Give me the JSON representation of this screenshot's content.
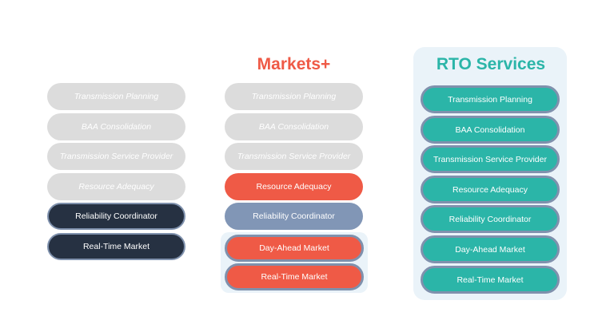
{
  "left_column": {
    "items": [
      "Transmission Planning",
      "BAA Consolidation",
      "Transmission Service Provider",
      "Resource Adequacy",
      "Reliability Coordinator",
      "Real-Time Market"
    ]
  },
  "markets_plus": {
    "title": "Markets+",
    "items": [
      "Transmission Planning",
      "BAA Consolidation",
      "Transmission Service Provider",
      "Resource Adequacy",
      "Reliability Coordinator",
      "Day-Ahead Market",
      "Real-Time Market"
    ]
  },
  "rto_services": {
    "title": "RTO Services",
    "items": [
      "Transmission Planning",
      "BAA Consolidation",
      "Transmission Service Provider",
      "Resource Adequacy",
      "Reliability Coordinator",
      "Day-Ahead Market",
      "Real-Time Market"
    ]
  },
  "colors": {
    "inactive": "#dcdcdc",
    "dark_navy": "#263142",
    "markets_red": "#ef5a46",
    "slate_blue": "#8196b6",
    "rto_teal": "#2bb5a8",
    "panel_bg": "#eaf3f9",
    "outline": "#7f91ad"
  }
}
